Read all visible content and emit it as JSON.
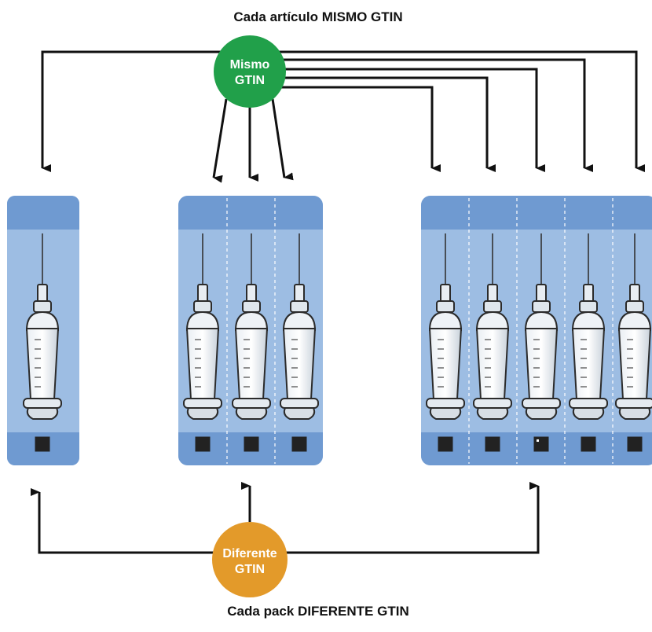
{
  "title_top": "Cada artículo MISMO GTIN",
  "title_bottom": "Cada pack DIFERENTE GTIN",
  "same_gtin_badge": {
    "line1": "Mismo",
    "line2": "GTIN",
    "color": "#21a04a"
  },
  "different_gtin_badge": {
    "line1": "Diferente",
    "line2": "GTIN",
    "color": "#e39a2a"
  },
  "packs": [
    {
      "units": 1
    },
    {
      "units": 3
    },
    {
      "units": 5
    }
  ],
  "colors": {
    "pack_fill": "#9dbde3",
    "pack_band": "#6f9ad1",
    "arrow": "#111111"
  }
}
